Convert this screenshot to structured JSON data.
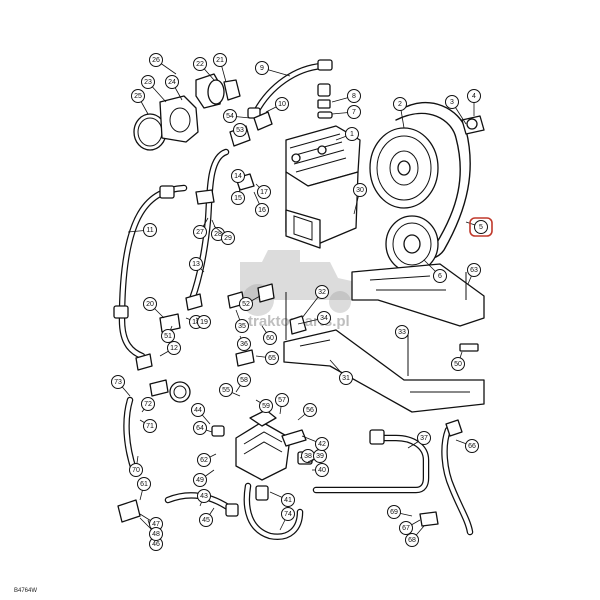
{
  "diagram": {
    "figure_code": "B4764W",
    "watermark": "traktorparts.pl",
    "highlighted_callout": "5",
    "highlight_color": "#c0392b",
    "line_color": "#111111",
    "callouts": [
      "1",
      "2",
      "3",
      "4",
      "5",
      "6",
      "7",
      "8",
      "9",
      "10",
      "11",
      "12",
      "13",
      "14",
      "15",
      "16",
      "17",
      "18",
      "19",
      "20",
      "21",
      "22",
      "23",
      "24",
      "25",
      "26",
      "27",
      "28",
      "29",
      "30",
      "31",
      "32",
      "33",
      "34",
      "35",
      "36",
      "37",
      "38",
      "39",
      "40",
      "41",
      "42",
      "43",
      "44",
      "45",
      "46",
      "47",
      "48",
      "49",
      "50",
      "51",
      "52",
      "53",
      "54",
      "55",
      "56",
      "57",
      "58",
      "59",
      "60",
      "61",
      "62",
      "63",
      "64",
      "65",
      "66",
      "67",
      "68",
      "69",
      "70",
      "71",
      "72",
      "73",
      "74"
    ]
  }
}
